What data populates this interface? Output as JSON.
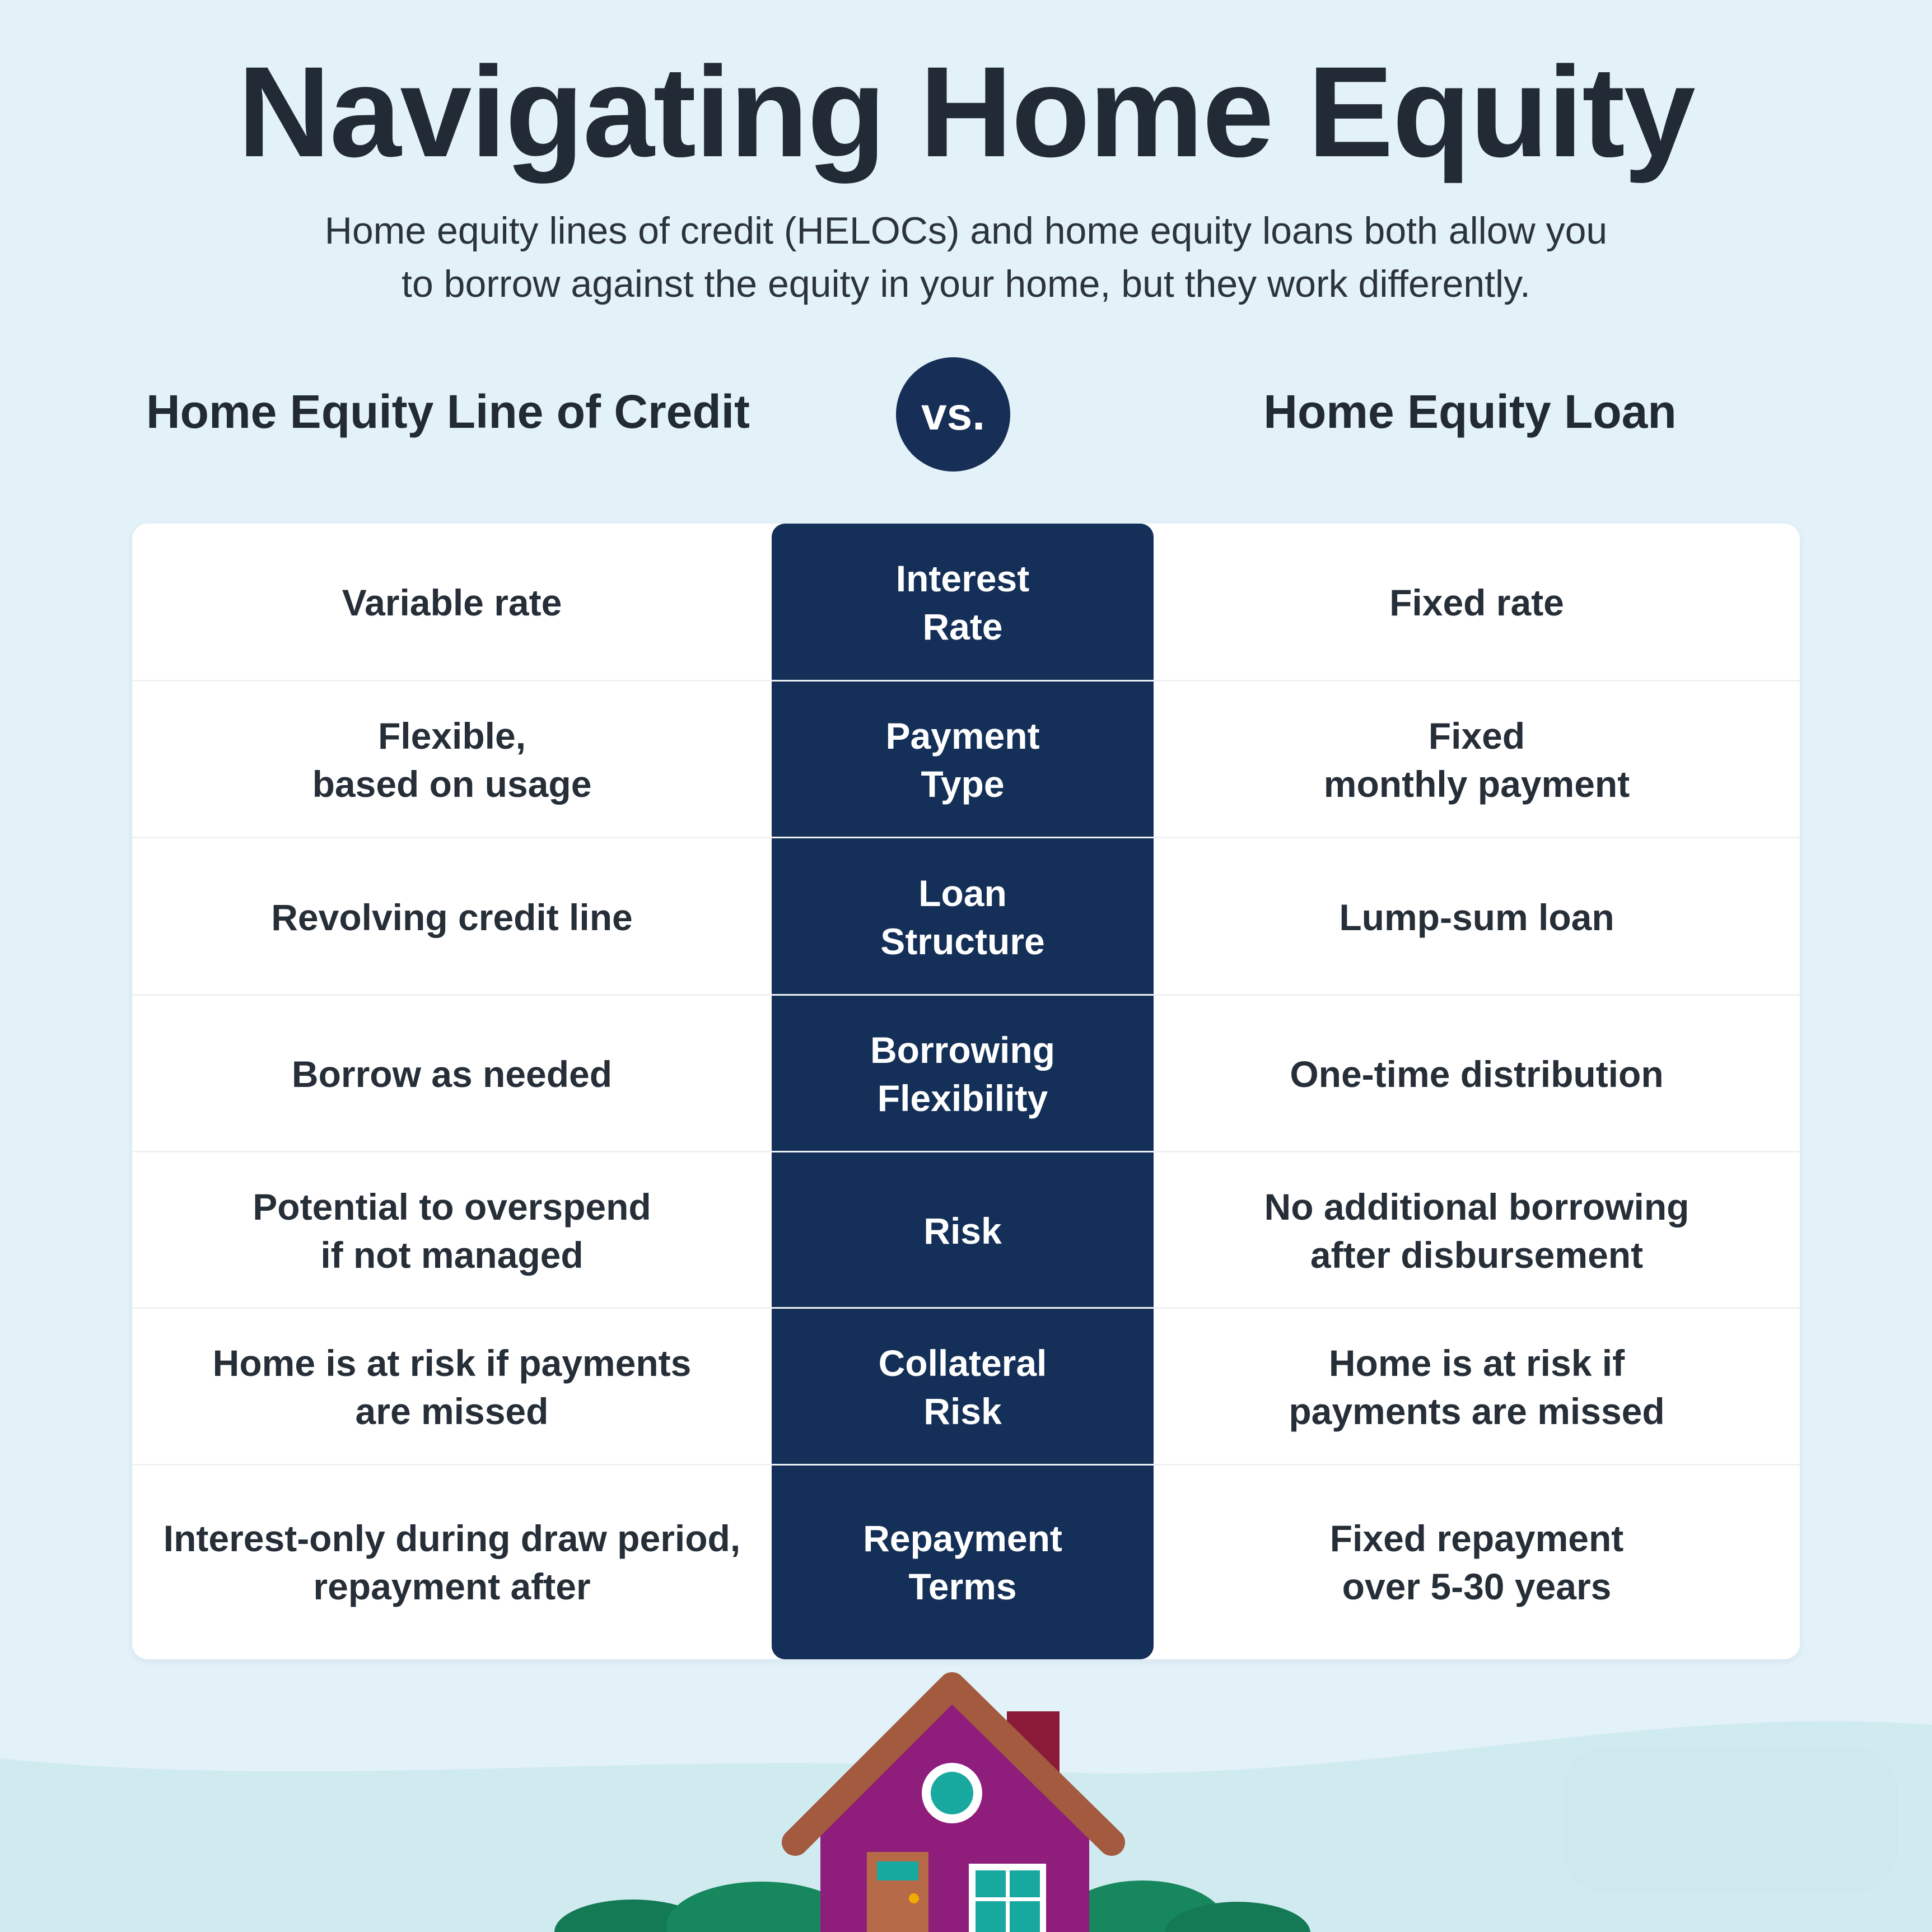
{
  "header": {
    "title": "Navigating Home Equity",
    "subtitle_lines": [
      "Home equity lines of credit (HELOCs) and home equity loans both allow you",
      "to borrow against the equity in your home, but they work differently."
    ]
  },
  "comparison": {
    "left_heading": "Home Equity Line of Credit",
    "vs_label": "vs.",
    "right_heading": "Home Equity Loan",
    "rows": [
      {
        "heloc": [
          "Variable rate"
        ],
        "criterion": [
          "Interest",
          "Rate"
        ],
        "loan": [
          "Fixed rate"
        ]
      },
      {
        "heloc": [
          "Flexible,",
          "based on usage"
        ],
        "criterion": [
          "Payment",
          "Type"
        ],
        "loan": [
          "Fixed",
          "monthly payment"
        ]
      },
      {
        "heloc": [
          "Revolving credit line"
        ],
        "criterion": [
          "Loan",
          "Structure"
        ],
        "loan": [
          "Lump-sum loan"
        ]
      },
      {
        "heloc": [
          "Borrow as needed"
        ],
        "criterion": [
          "Borrowing",
          "Flexibility"
        ],
        "loan": [
          "One-time distribution"
        ]
      },
      {
        "heloc": [
          "Potential to overspend",
          "if not managed"
        ],
        "criterion": [
          "Risk"
        ],
        "loan": [
          "No additional borrowing",
          "after disbursement"
        ]
      },
      {
        "heloc": [
          "Home is at risk if payments",
          "are missed"
        ],
        "criterion": [
          "Collateral",
          "Risk"
        ],
        "loan": [
          "Home is at risk if",
          "payments are missed"
        ]
      },
      {
        "heloc": [
          "Interest-only during draw period,",
          "repayment after"
        ],
        "criterion": [
          "Repayment",
          "Terms"
        ],
        "loan": [
          "Fixed repayment",
          "over 5-30 years"
        ]
      }
    ]
  },
  "colors": {
    "background": "#e3f1f8",
    "navy": "#143058",
    "text": "#222b35",
    "house_purple": "#8e1d7c",
    "roof_brown": "#a35a3f",
    "bush_green": "#16805a",
    "window_teal": "#17a9a0"
  },
  "illustration": {
    "icon": "house-icon"
  }
}
